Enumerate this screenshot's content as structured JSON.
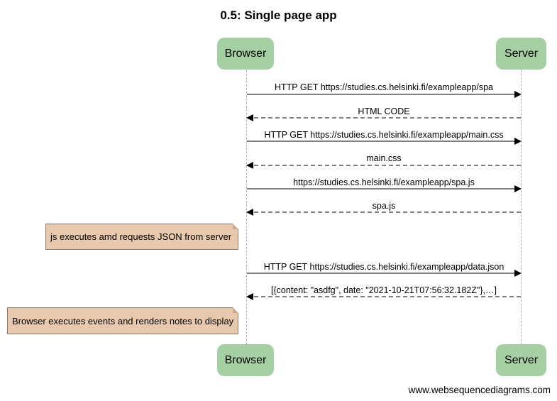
{
  "diagram": {
    "title": "0.5: Single page app",
    "actors": {
      "browser_top": "Browser",
      "server_top": "Server",
      "browser_bottom": "Browser",
      "server_bottom": "Server"
    },
    "messages": [
      {
        "label": "HTTP GET https://studies.cs.helsinki.fi/exampleapp/spa",
        "from": "Browser",
        "to": "Server",
        "style": "solid"
      },
      {
        "label": "HTML CODE",
        "from": "Server",
        "to": "Browser",
        "style": "dashed"
      },
      {
        "label": "HTTP GET https://studies.cs.helsinki.fi/exampleapp/main.css",
        "from": "Browser",
        "to": "Server",
        "style": "solid"
      },
      {
        "label": "main.css",
        "from": "Server",
        "to": "Browser",
        "style": "dashed"
      },
      {
        "label": "https://studies.cs.helsinki.fi/exampleapp/spa.js",
        "from": "Browser",
        "to": "Server",
        "style": "solid"
      },
      {
        "label": "spa.js",
        "from": "Server",
        "to": "Browser",
        "style": "dashed"
      },
      {
        "label": "HTTP GET https://studies.cs.helsinki.fi/exampleapp/data.json",
        "from": "Browser",
        "to": "Server",
        "style": "solid"
      },
      {
        "label": "[{content: \"asdfg\", date: \"2021-10-21T07:56:32.182Z\"},…]",
        "from": "Server",
        "to": "Browser",
        "style": "dashed"
      }
    ],
    "notes": [
      "js executes amd requests JSON from server",
      "Browser executes events and renders notes to display"
    ],
    "colors": {
      "actor_fill": "#a4d0a4",
      "note_fill": "#e8c9ad",
      "lifeline": "#b0b0b0"
    },
    "footer": "www.websequencediagrams.com"
  }
}
